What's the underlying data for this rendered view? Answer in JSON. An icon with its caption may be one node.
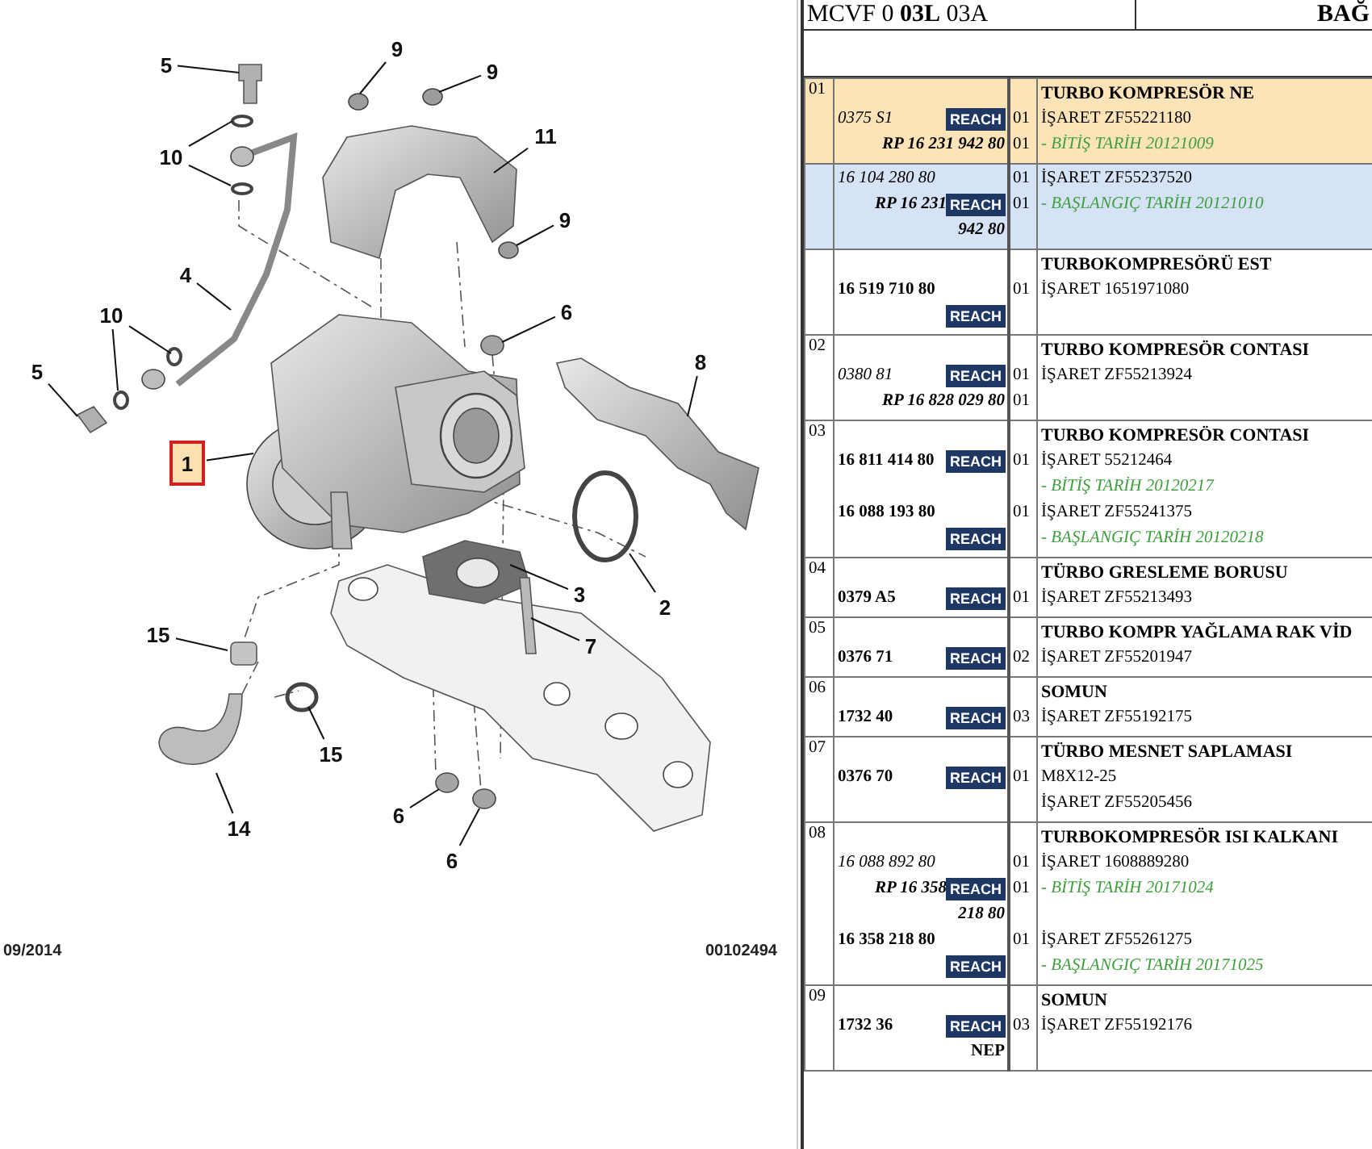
{
  "diagram": {
    "nodes": [
      {
        "text": [
          "5"
        ]
      },
      {
        "text": [
          "10"
        ]
      },
      {
        "text": [
          "4"
        ]
      },
      {
        "text": [
          "10"
        ]
      },
      {
        "text": [
          "5"
        ]
      },
      {
        "text": [
          "1"
        ]
      },
      {
        "text": [
          "9"
        ]
      },
      {
        "text": [
          "9"
        ]
      },
      {
        "text": [
          "11"
        ]
      },
      {
        "text": [
          "9"
        ]
      },
      {
        "text": [
          "6"
        ]
      },
      {
        "text": [
          "8"
        ]
      },
      {
        "text": [
          "2"
        ]
      },
      {
        "text": [
          "3"
        ]
      },
      {
        "text": [
          "7"
        ]
      },
      {
        "text": [
          "15"
        ]
      },
      {
        "text": [
          "15"
        ]
      },
      {
        "text": [
          "14"
        ]
      },
      {
        "text": [
          "6"
        ]
      },
      {
        "text": [
          "6"
        ]
      }
    ],
    "edges": [
      {
        "from": 0,
        "to": null,
        "arrow": "none"
      },
      {
        "from": 1,
        "to": null,
        "arrow": "none"
      },
      {
        "from": 1,
        "to": null,
        "arrow": "none"
      },
      {
        "from": 2,
        "to": null,
        "arrow": "none"
      },
      {
        "from": 3,
        "to": null,
        "arrow": "none"
      },
      {
        "from": 3,
        "to": null,
        "arrow": "none"
      },
      {
        "from": 4,
        "to": null,
        "arrow": "none"
      },
      {
        "from": 5,
        "to": null,
        "arrow": "none"
      },
      {
        "from": 6,
        "to": null,
        "arrow": "none"
      },
      {
        "from": 7,
        "to": null,
        "arrow": "none"
      },
      {
        "from": 8,
        "to": null,
        "arrow": "none"
      },
      {
        "from": 9,
        "to": null,
        "arrow": "none"
      },
      {
        "from": 10,
        "to": null,
        "arrow": "none"
      },
      {
        "from": 11,
        "to": null,
        "arrow": "none"
      },
      {
        "from": 12,
        "to": null,
        "arrow": "none"
      },
      {
        "from": 13,
        "to": null,
        "arrow": "none"
      },
      {
        "from": 14,
        "to": null,
        "arrow": "none"
      },
      {
        "from": 15,
        "to": null,
        "arrow": "none"
      },
      {
        "from": 16,
        "to": null,
        "arrow": "none"
      },
      {
        "from": 17,
        "to": null,
        "arrow": "none"
      },
      {
        "from": 18,
        "to": null,
        "arrow": "none"
      },
      {
        "from": 19,
        "to": null,
        "arrow": "none"
      }
    ],
    "labels": [
      "MCVF 0 **03L** 03A",
      "BAĞ",
      "01",
      "0375 S1",
      "REACH",
      "RP 16 231 942 80",
      "01",
      "01",
      "TURBO KOMPRESÖR NE",
      "İŞARET ZF55221180",
      "- BİTİŞ TARİH 20121009",
      "16 104 280 80",
      "RP 16 231",
      "REACH",
      "942 80",
      "01",
      "01",
      "İŞARET ZF55237520",
      "- BAŞLANGIÇ TARİH 20121010",
      "16 519 710 80",
      "REACH",
      "01",
      "TURBOKOMPRESÖRÜ EST",
      "İŞARET 1651971080",
      "02",
      "0380 81",
      "REACH",
      "RP 16 828 029 80",
      "01",
      "01",
      "TURBO KOMPRESÖR CONTASI",
      "İŞARET ZF55213924",
      "03",
      "16 811 414 80",
      "REACH",
      "16 088 193 80",
      "REACH",
      "01",
      "01",
      "TURBO KOMPRESÖR CONTASI",
      "İŞARET 55212464",
      "- BİTİŞ TARİH 20120217",
      "İŞARET ZF55241375",
      "- BAŞLANGIÇ TARİH 20120218",
      "04",
      "0379 A5",
      "REACH",
      "01",
      "TÜRBO GRESLEME BORUSU",
      "İŞARET ZF55213493",
      "05",
      "0376 71",
      "REACH",
      "02",
      "TURBO KOMPR YAĞLAMA RAK VİD",
      "İŞARET ZF55201947",
      "06",
      "1732 40",
      "REACH",
      "03",
      "SOMUN",
      "İŞARET ZF55192175",
      "07",
      "0376 70",
      "REACH",
      "01",
      "TÜRBO MESNET SAPLAMASI",
      "M8X12-25",
      "İŞARET ZF55205456",
      "08",
      "16 088 892 80",
      "RP 16 358",
      "REACH",
      "218 80",
      "16 358 218 80",
      "REACH",
      "01",
      "01",
      "01",
      "TURBOKOMPRESÖR ISI KALKANI",
      "İŞARET 1608889280",
      "- BİTİŞ TARİH 20171024",
      "İŞARET ZF55261275",
      "- BAŞLANGIÇ TARİH 20171025",
      "09",
      "1732 36",
      "REACH",
      "NEP",
      "03",
      "SOMUN",
      "İŞARET ZF55192176",
      "09/2014",
      "00102494"
    ]
  }
}
